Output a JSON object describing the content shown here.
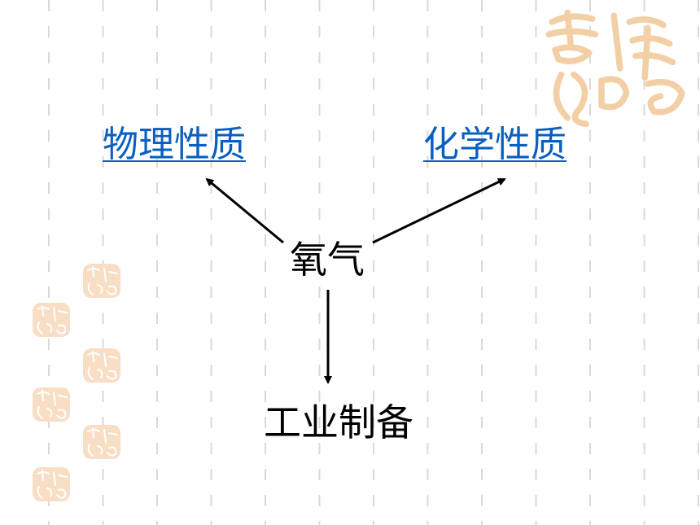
{
  "diagram": {
    "center": "氧气",
    "physical_properties": "物理性质",
    "chemical_properties": "化学性质",
    "industrial_preparation": "工业制备"
  },
  "colors": {
    "link": "#0a5fc0",
    "text": "#000000",
    "seal": "#f3cfa6",
    "background_lines": "#d9d9d9"
  },
  "decoration": {
    "seal_icon": "auspicious-seal-icon"
  }
}
